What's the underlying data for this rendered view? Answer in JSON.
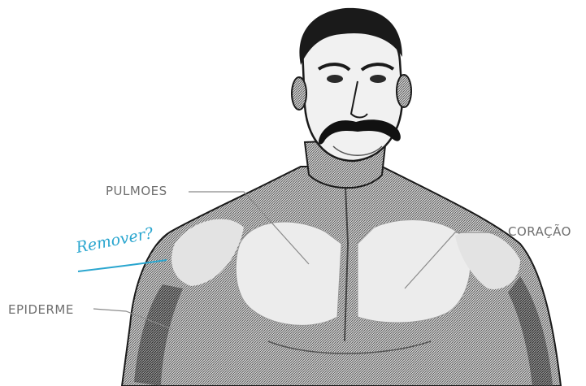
{
  "labels": {
    "pulmoes": "PULMOES",
    "coracao": "CORAÇÃO",
    "epiderme": "EPIDERME"
  },
  "annotation": {
    "note": "Remover?"
  },
  "colors": {
    "label_text": "#6f6f6f",
    "leader_line": "#8a8a8a",
    "annotation": "#2aa6cf",
    "ink": "#1a1a1a",
    "skin_shade": "#9a9a9a",
    "highlight": "#ececec"
  }
}
